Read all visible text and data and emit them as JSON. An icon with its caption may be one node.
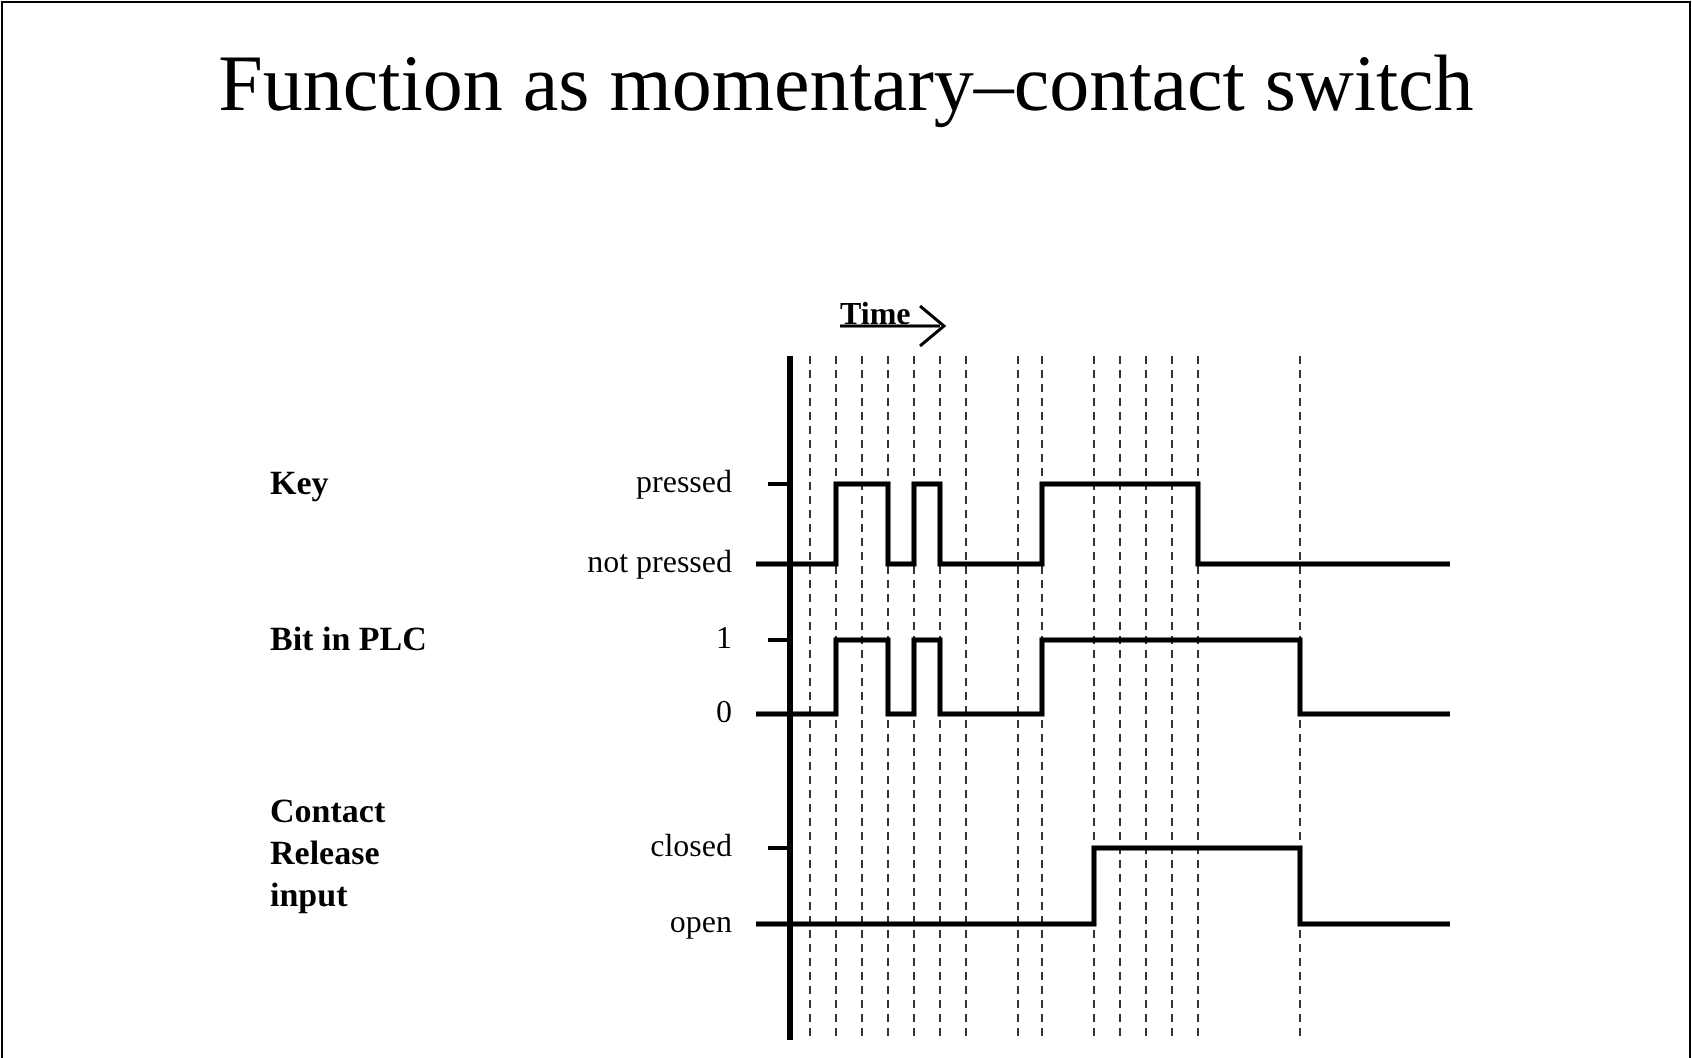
{
  "diagram": {
    "title": "Function as momentary–contact switch",
    "labels": [
      "Time",
      "Key",
      "pressed",
      "not pressed",
      "Bit in PLC",
      "1",
      "0",
      "Contact Release input",
      "closed",
      "open"
    ]
  }
}
